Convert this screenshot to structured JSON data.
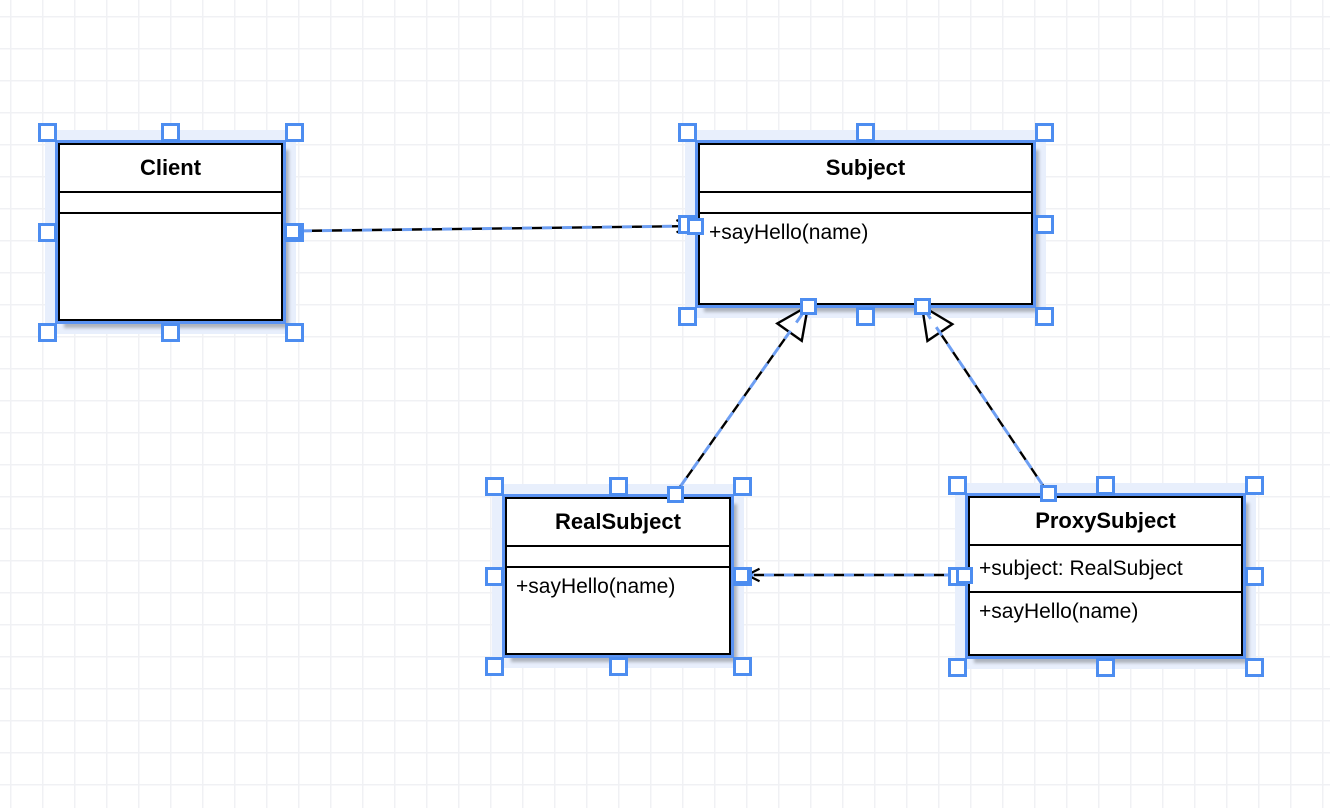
{
  "diagram": {
    "classes": [
      {
        "name": "Client",
        "attributes": [],
        "methods": []
      },
      {
        "name": "Subject",
        "attributes": [],
        "methods": [
          "+sayHello(name)"
        ]
      },
      {
        "name": "RealSubject",
        "attributes": [],
        "methods": [
          "+sayHello(name)"
        ]
      },
      {
        "name": "ProxySubject",
        "attributes": [
          "+subject: RealSubject"
        ],
        "methods": [
          "+sayHello(name)"
        ]
      }
    ],
    "relationships": [
      {
        "from": "Client",
        "to": "Subject",
        "type": "dependency",
        "line": "dashed",
        "arrow": "open"
      },
      {
        "from": "RealSubject",
        "to": "Subject",
        "type": "realization",
        "line": "dashed",
        "arrow": "hollow-triangle"
      },
      {
        "from": "ProxySubject",
        "to": "Subject",
        "type": "realization",
        "line": "dashed",
        "arrow": "hollow-triangle"
      },
      {
        "from": "ProxySubject",
        "to": "RealSubject",
        "type": "dependency",
        "line": "dashed",
        "arrow": "open"
      }
    ],
    "colors": {
      "canvas_bg": "#ffffff",
      "grid_line": "#f0f1f4",
      "shape_fill": "#ffffff",
      "shape_stroke": "#000000",
      "selection_ring": "#5b93f2",
      "selection_halo": "#e8effc",
      "selection_handle_border": "#4d8df0",
      "selection_dash": "#6d9ef2"
    }
  }
}
